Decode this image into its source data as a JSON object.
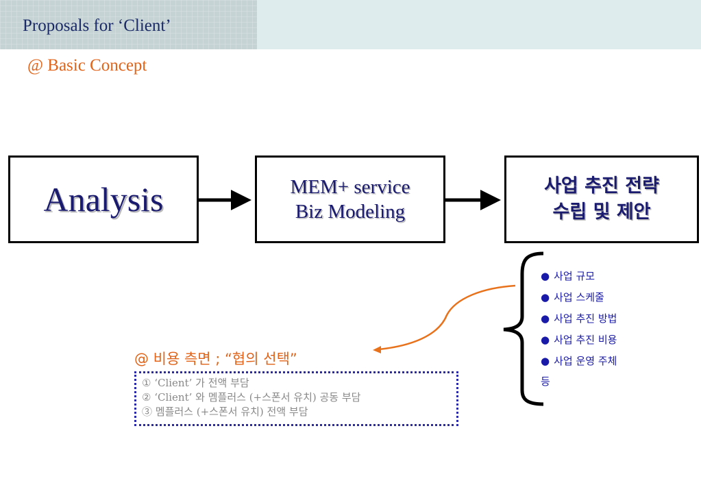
{
  "header": {
    "title": "Proposals for ‘Client’"
  },
  "section_title": "@ Basic Concept",
  "flow": {
    "analysis": "Analysis",
    "model_line1": "MEM+  service",
    "model_line2": "Biz Modeling",
    "strategy_line1": "사업 추진 전략",
    "strategy_line2": "수립 및 제안"
  },
  "items": {
    "bullet": "●",
    "list": [
      "사업 규모",
      "사업 스케줄",
      "사업 추진 방법",
      "사업 추진 비용",
      "사업 운영 주체"
    ],
    "tail": "등"
  },
  "cost": {
    "title": "@ 비용 측면 ; “협의 선택”",
    "options": [
      "① ‘Client’ 가 전액 부담",
      "② ‘Client’ 와 멤플러스 (+스폰서 유치) 공동 부담",
      "③ 멤플러스 (+스폰서 유치) 전액 부담"
    ]
  },
  "colors": {
    "accent_orange": "#e0641a",
    "navy": "#1a1a6e",
    "item_blue": "#1a1aa8"
  }
}
